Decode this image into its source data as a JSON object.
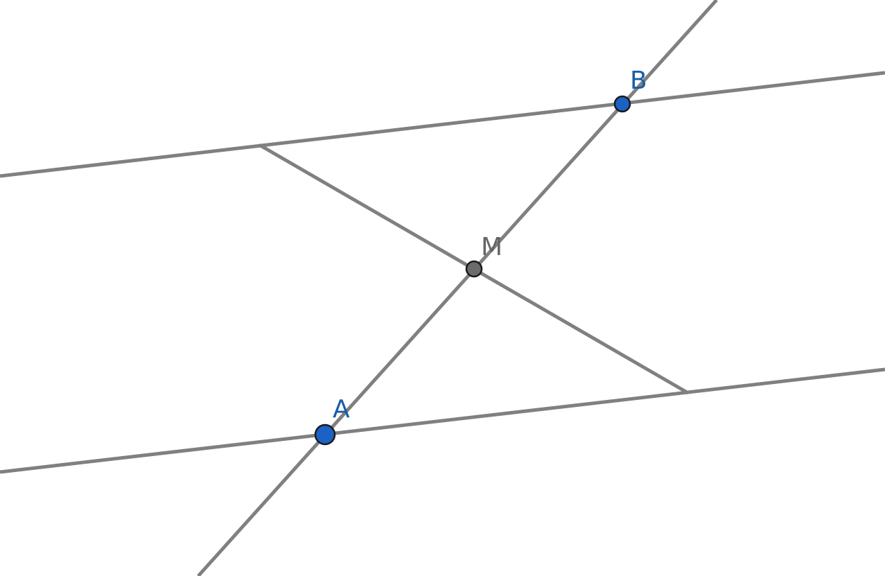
{
  "colors": {
    "line": "#808080",
    "point_blue": "#1b62c4",
    "point_gray": "#6b6b6b",
    "label_blue": "#1a5ea6",
    "label_gray": "#646464"
  },
  "points": {
    "A": {
      "label": "A"
    },
    "B": {
      "label": "B"
    },
    "M": {
      "label": "M"
    }
  }
}
